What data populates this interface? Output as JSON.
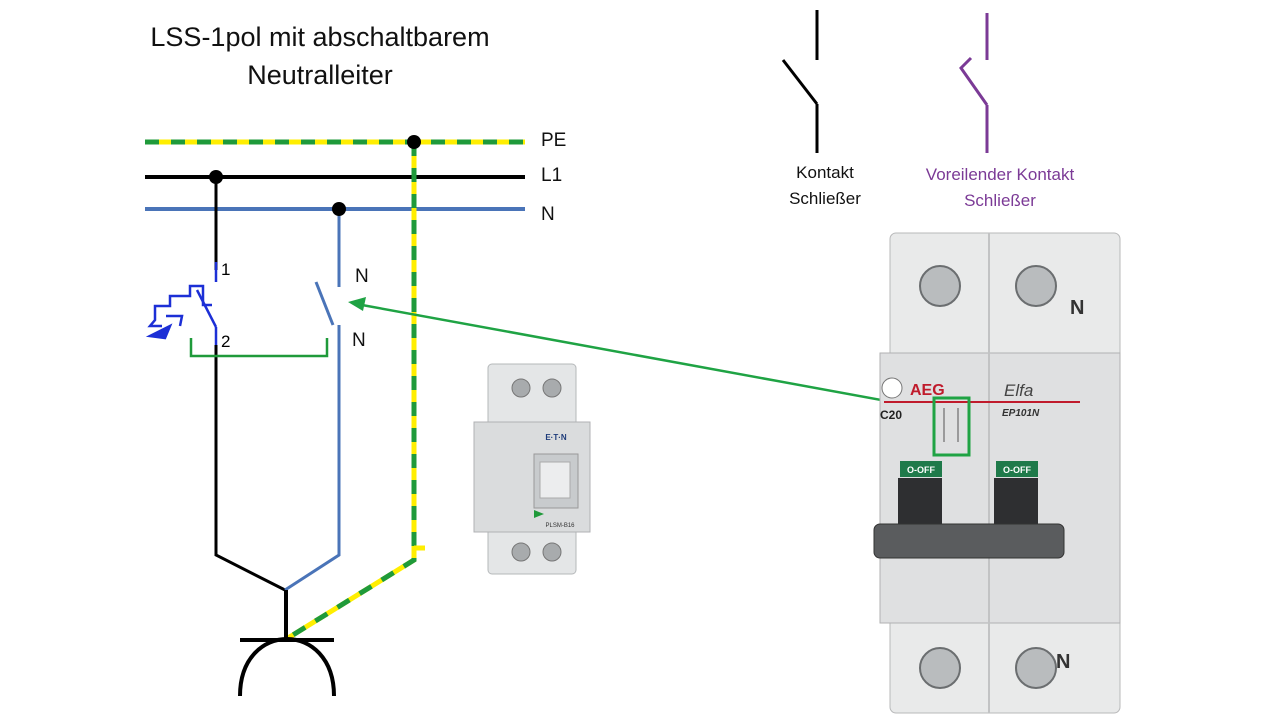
{
  "title_line1": "LSS-1pol mit abschaltbarem",
  "title_line2": "Neutralleiter",
  "buses": {
    "pe": "PE",
    "l1": "L1",
    "n": "N"
  },
  "terminals": {
    "t1": "1",
    "t2": "2",
    "n_top": "N",
    "n_bottom": "N"
  },
  "legend": {
    "contact_line1": "Kontakt",
    "contact_line2": "Schließer",
    "leading_line1": "Voreilender  Kontakt",
    "leading_line2": "Schließer"
  },
  "eaton_device": {
    "brand": "E·T·N",
    "model": "PLSM-B16"
  },
  "aeg_device": {
    "brand": "AEG",
    "series": "Elfa",
    "model": "EP101N",
    "rating": "C20",
    "off_label_left": "O-OFF",
    "off_label_right": "O-OFF",
    "n_top": "N",
    "n_bottom": "N"
  },
  "colors": {
    "line_black": "#000000",
    "line_blue": "#4a74b8",
    "pe_green": "#1f9a3a",
    "pe_yellow": "#ffee00",
    "arrow_green": "#1fa344",
    "purple": "#7b3a96",
    "trip_blue": "#1c2fd6"
  }
}
